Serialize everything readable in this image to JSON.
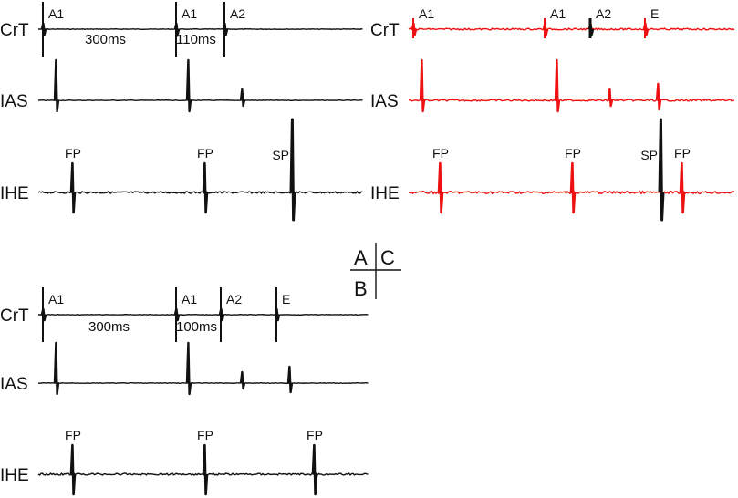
{
  "colors": {
    "black": "#111111",
    "red": "#ee1111"
  },
  "panels": [
    {
      "id": "A",
      "color": "black",
      "rows": [
        {
          "label": "CrT",
          "marks": [
            {
              "text": "A1",
              "tall": true
            },
            {
              "text": "A1",
              "tall": true
            },
            {
              "text": "A2",
              "tall": true
            }
          ]
        },
        {
          "label": "IAS",
          "spikes": [
            "large",
            "large",
            "small"
          ]
        },
        {
          "label": "IHE",
          "marks": [
            {
              "text": "FP"
            },
            {
              "text": "FP"
            },
            {
              "text": "SP",
              "black": true
            }
          ]
        }
      ],
      "intervals": [
        "300ms",
        "110ms"
      ]
    },
    {
      "id": "C",
      "color": "red",
      "rows": [
        {
          "label": "CrT",
          "marks": [
            {
              "text": "A1"
            },
            {
              "text": "A1"
            },
            {
              "text": "A2",
              "black": true
            },
            {
              "text": "E"
            }
          ]
        },
        {
          "label": "IAS",
          "spikes": [
            "large",
            "large",
            "small",
            "medium"
          ]
        },
        {
          "label": "IHE",
          "marks": [
            {
              "text": "FP"
            },
            {
              "text": "FP"
            },
            {
              "text": "SP",
              "black": true
            },
            {
              "text": "FP"
            }
          ]
        }
      ],
      "intervals": []
    },
    {
      "id": "B",
      "color": "black",
      "rows": [
        {
          "label": "CrT",
          "marks": [
            {
              "text": "A1",
              "tall": true
            },
            {
              "text": "A1",
              "tall": true
            },
            {
              "text": "A2",
              "tall": true
            },
            {
              "text": "E",
              "tall": true
            }
          ]
        },
        {
          "label": "IAS",
          "spikes": [
            "large",
            "large",
            "small",
            "medium"
          ]
        },
        {
          "label": "IHE",
          "marks": [
            {
              "text": "FP"
            },
            {
              "text": "FP"
            },
            {
              "text": "FP"
            }
          ]
        }
      ],
      "intervals": [
        "300ms",
        "100ms"
      ]
    }
  ],
  "key": {
    "top_left": "A",
    "top_right": "C",
    "bottom_left": "B"
  }
}
